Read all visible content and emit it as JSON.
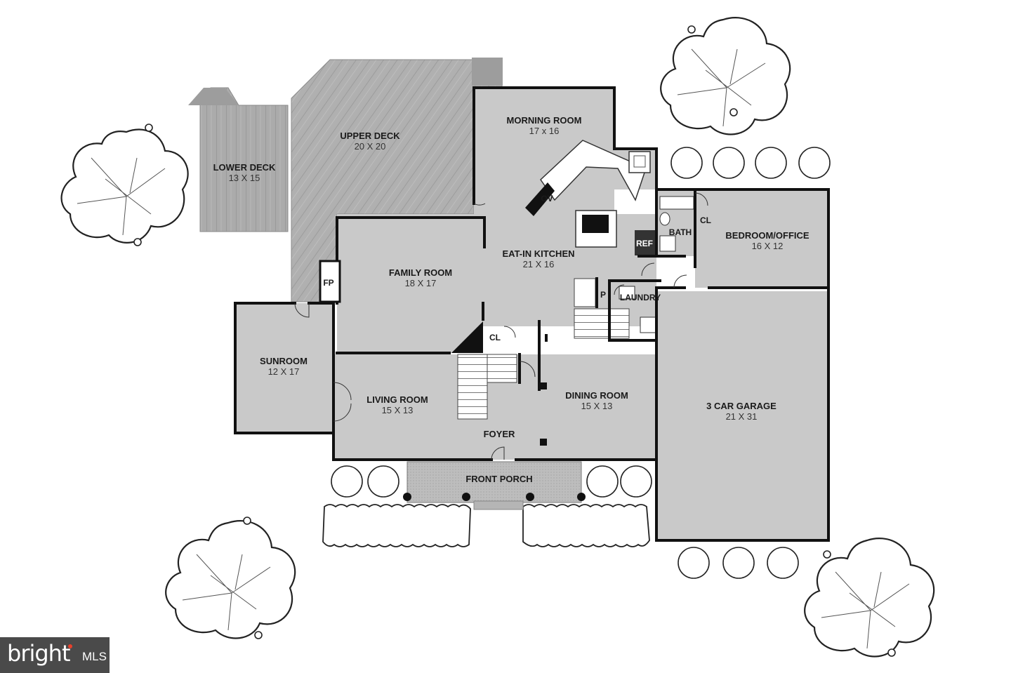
{
  "rooms": {
    "lower_deck": {
      "name": "LOWER DECK",
      "dim": "13 X 15"
    },
    "upper_deck": {
      "name": "UPPER DECK",
      "dim": "20 X 20"
    },
    "morning_room": {
      "name": "MORNING ROOM",
      "dim": "17 x 16"
    },
    "eat_in_kitchen": {
      "name": "EAT-IN KITCHEN",
      "dim": "21 X 16"
    },
    "family_room": {
      "name": "FAMILY ROOM",
      "dim": "18 X 17"
    },
    "sunroom": {
      "name": "SUNROOM",
      "dim": "12 X 17"
    },
    "living_room": {
      "name": "LIVING ROOM",
      "dim": "15 X 13"
    },
    "dining_room": {
      "name": "DINING ROOM",
      "dim": "15 X 13"
    },
    "bedroom_office": {
      "name": "BEDROOM/OFFICE",
      "dim": "16 X 12"
    },
    "garage": {
      "name": "3 CAR GARAGE",
      "dim": "21 X 31"
    },
    "foyer": {
      "name": "FOYER"
    },
    "front_porch": {
      "name": "FRONT PORCH"
    }
  },
  "fixtures": {
    "fp": "FP",
    "ov": "OV",
    "ref": "REF",
    "bath": "BATH",
    "cl_bath": "CL",
    "cl_stair": "CL",
    "pantry": "P",
    "laundry": "LAUNDRY"
  },
  "logo": {
    "brand": "bright",
    "mls": "MLS"
  },
  "colors": {
    "floor": "#c9c9c9",
    "deck": "#a9a9a9",
    "wall": "#111111"
  }
}
